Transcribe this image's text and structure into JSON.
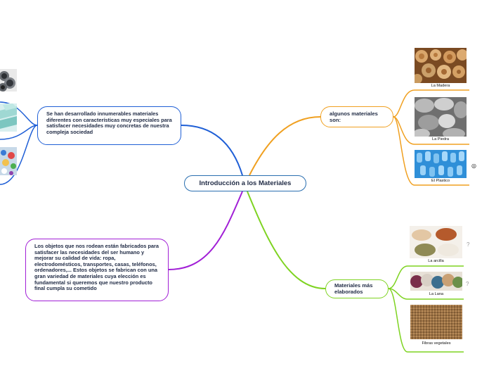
{
  "central": {
    "label": "Introducción a los Materiales"
  },
  "left_top": {
    "text": "Se han desarrollado innumerables materiales diferentes con características muy especiales para satisfacer necesidades muy concretas de nuestra compleja sociedad"
  },
  "left_bottom": {
    "text": "Los objetos que nos rodean están fabricados para satisfacer las necesidades del ser humano y mejorar su calidad de vida: ropa, electrodomésticos, transportes, casas, teléfonos, ordenadores,... Estos objetos se fabrican con una gran variedad de materiales cuya elección es fundamental si queremos que nuestro producto final cumpla su cometido"
  },
  "right_top": {
    "label": "algunos materiales son:",
    "items": [
      {
        "caption": "La Madera"
      },
      {
        "caption": "La Piedra"
      },
      {
        "caption": "El Plastico"
      }
    ]
  },
  "right_bottom": {
    "label": "Materiales más elaborados",
    "items": [
      {
        "caption": "La arcilla"
      },
      {
        "caption": "La Lana"
      },
      {
        "caption": "Fibras vegetales"
      }
    ]
  },
  "colors": {
    "central_border": "#2a6fb0",
    "blue_branch": "#1f5fd6",
    "purple_branch": "#a11fd6",
    "orange_branch": "#f0a020",
    "green_branch": "#7ed321"
  },
  "icons": [
    "question-icon",
    "question-icon",
    "globe-icon"
  ]
}
